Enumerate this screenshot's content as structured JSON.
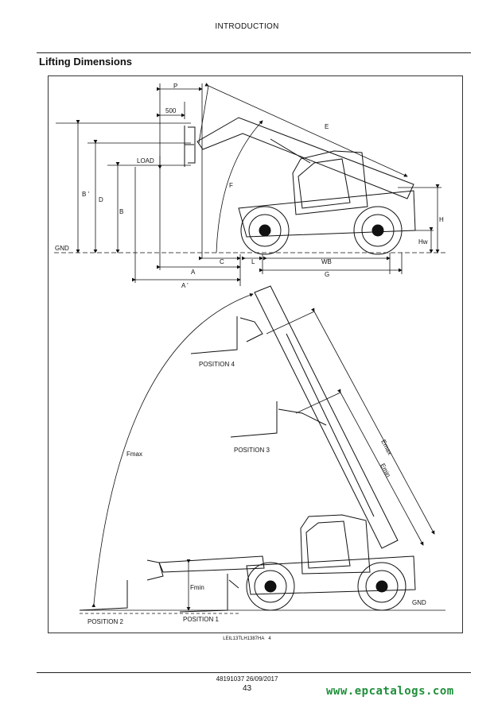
{
  "header": {
    "title": "INTRODUCTION"
  },
  "section": {
    "title": "Lifting Dimensions"
  },
  "figure": {
    "labels": {
      "p": "P",
      "p500": "500",
      "load": "LOAD",
      "e": "E",
      "f": "F",
      "b_prime": "B '",
      "d": "D",
      "b": "B",
      "gnd": "GND",
      "c": "C",
      "l": "L",
      "wb": "WB",
      "a": "A",
      "g": "G",
      "a_prime": "A '",
      "h": "H",
      "hw": "Hw",
      "position4": "POSITION 4",
      "position3": "POSITION 3",
      "position2": "POSITION 2",
      "position1": "POSITION 1",
      "fmax": "Fmax",
      "fmin": "Fmin",
      "emax": "Emax",
      "emin": "Emin",
      "gnd2": "GND"
    },
    "reference": "LEIL13TLH1387HA",
    "reference_num": "4"
  },
  "footer": {
    "doc": "48191037 26/09/2017",
    "page": "43"
  },
  "watermark": "www.epcatalogs.com"
}
